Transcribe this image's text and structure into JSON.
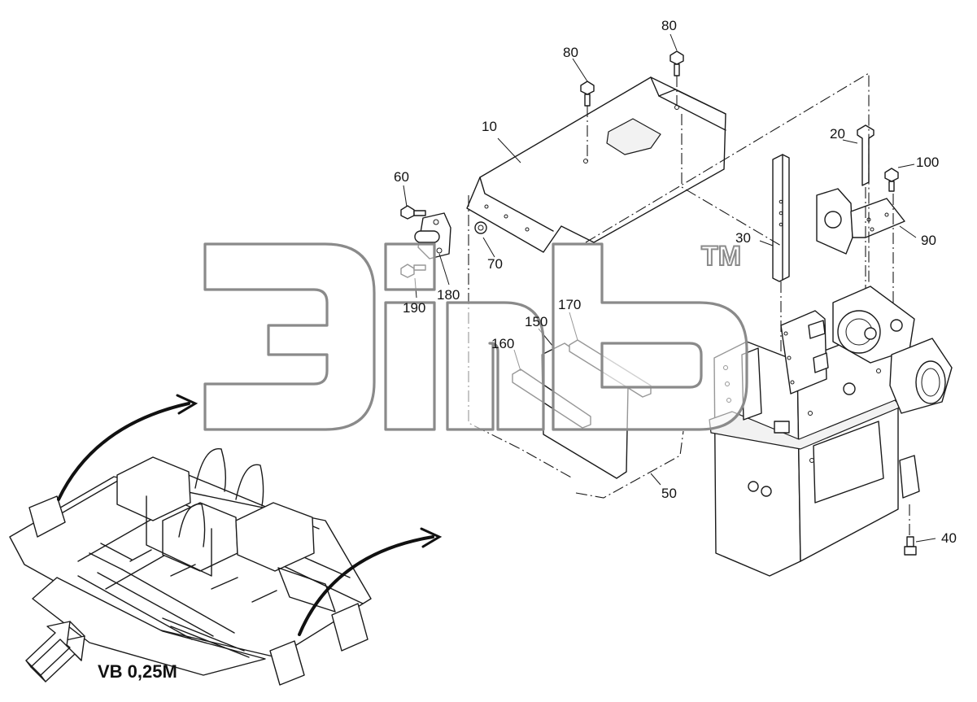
{
  "callouts": {
    "c10": "10",
    "c20": "20",
    "c30": "30",
    "c40": "40",
    "c50": "50",
    "c60": "60",
    "c70": "70",
    "c80a": "80",
    "c80b": "80",
    "c90": "90",
    "c100": "100",
    "c150": "150",
    "c160": "160",
    "c170": "170",
    "c180": "180",
    "c190": "190"
  },
  "watermark": {
    "trademark": "TM"
  },
  "view_label": "VB 0,25M"
}
